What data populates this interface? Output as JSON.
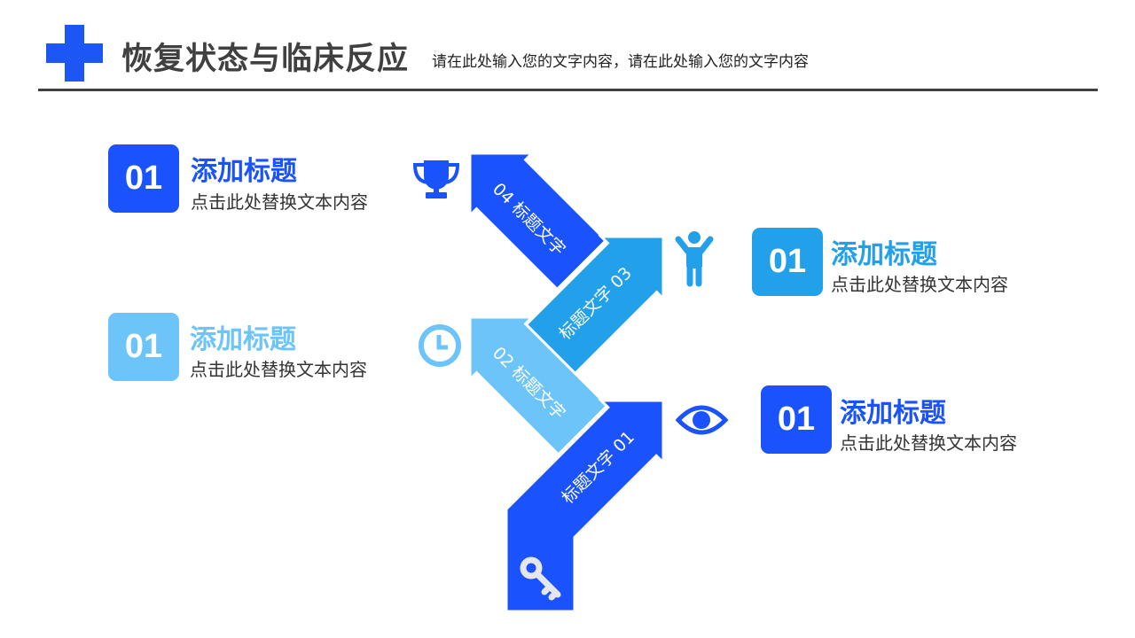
{
  "header": {
    "title": "恢复状态与临床反应",
    "subtitle": "请在此处输入您的文字内容，请在此处输入您的文字内容"
  },
  "colors": {
    "dark": "#1a52fb",
    "mid": "#23a0ea",
    "light": "#6cc4f8",
    "text": "#404040"
  },
  "cards": [
    {
      "number": "01",
      "title": "添加标题",
      "text": "点击此处替换文本内容",
      "color": "#1a52fb"
    },
    {
      "number": "01",
      "title": "添加标题",
      "text": "点击此处替换文本内容",
      "color": "#6cc4f8"
    },
    {
      "number": "01",
      "title": "添加标题",
      "text": "点击此处替换文本内容",
      "color": "#23a0ea"
    },
    {
      "number": "01",
      "title": "添加标题",
      "text": "点击此处替换文本内容",
      "color": "#1a52fb"
    }
  ],
  "arrows": [
    {
      "label": "04  标题文字",
      "color": "#1a52fb",
      "icon": "trophy-icon"
    },
    {
      "label": "标题文字  03",
      "color": "#23a0ea",
      "icon": "person-icon"
    },
    {
      "label": "02  标题文字",
      "color": "#6cc4f8",
      "icon": "clock-icon"
    },
    {
      "label": "标题文字  01",
      "color": "#1a52fb",
      "icon": "eye-icon"
    }
  ],
  "key_icon": "key-icon"
}
